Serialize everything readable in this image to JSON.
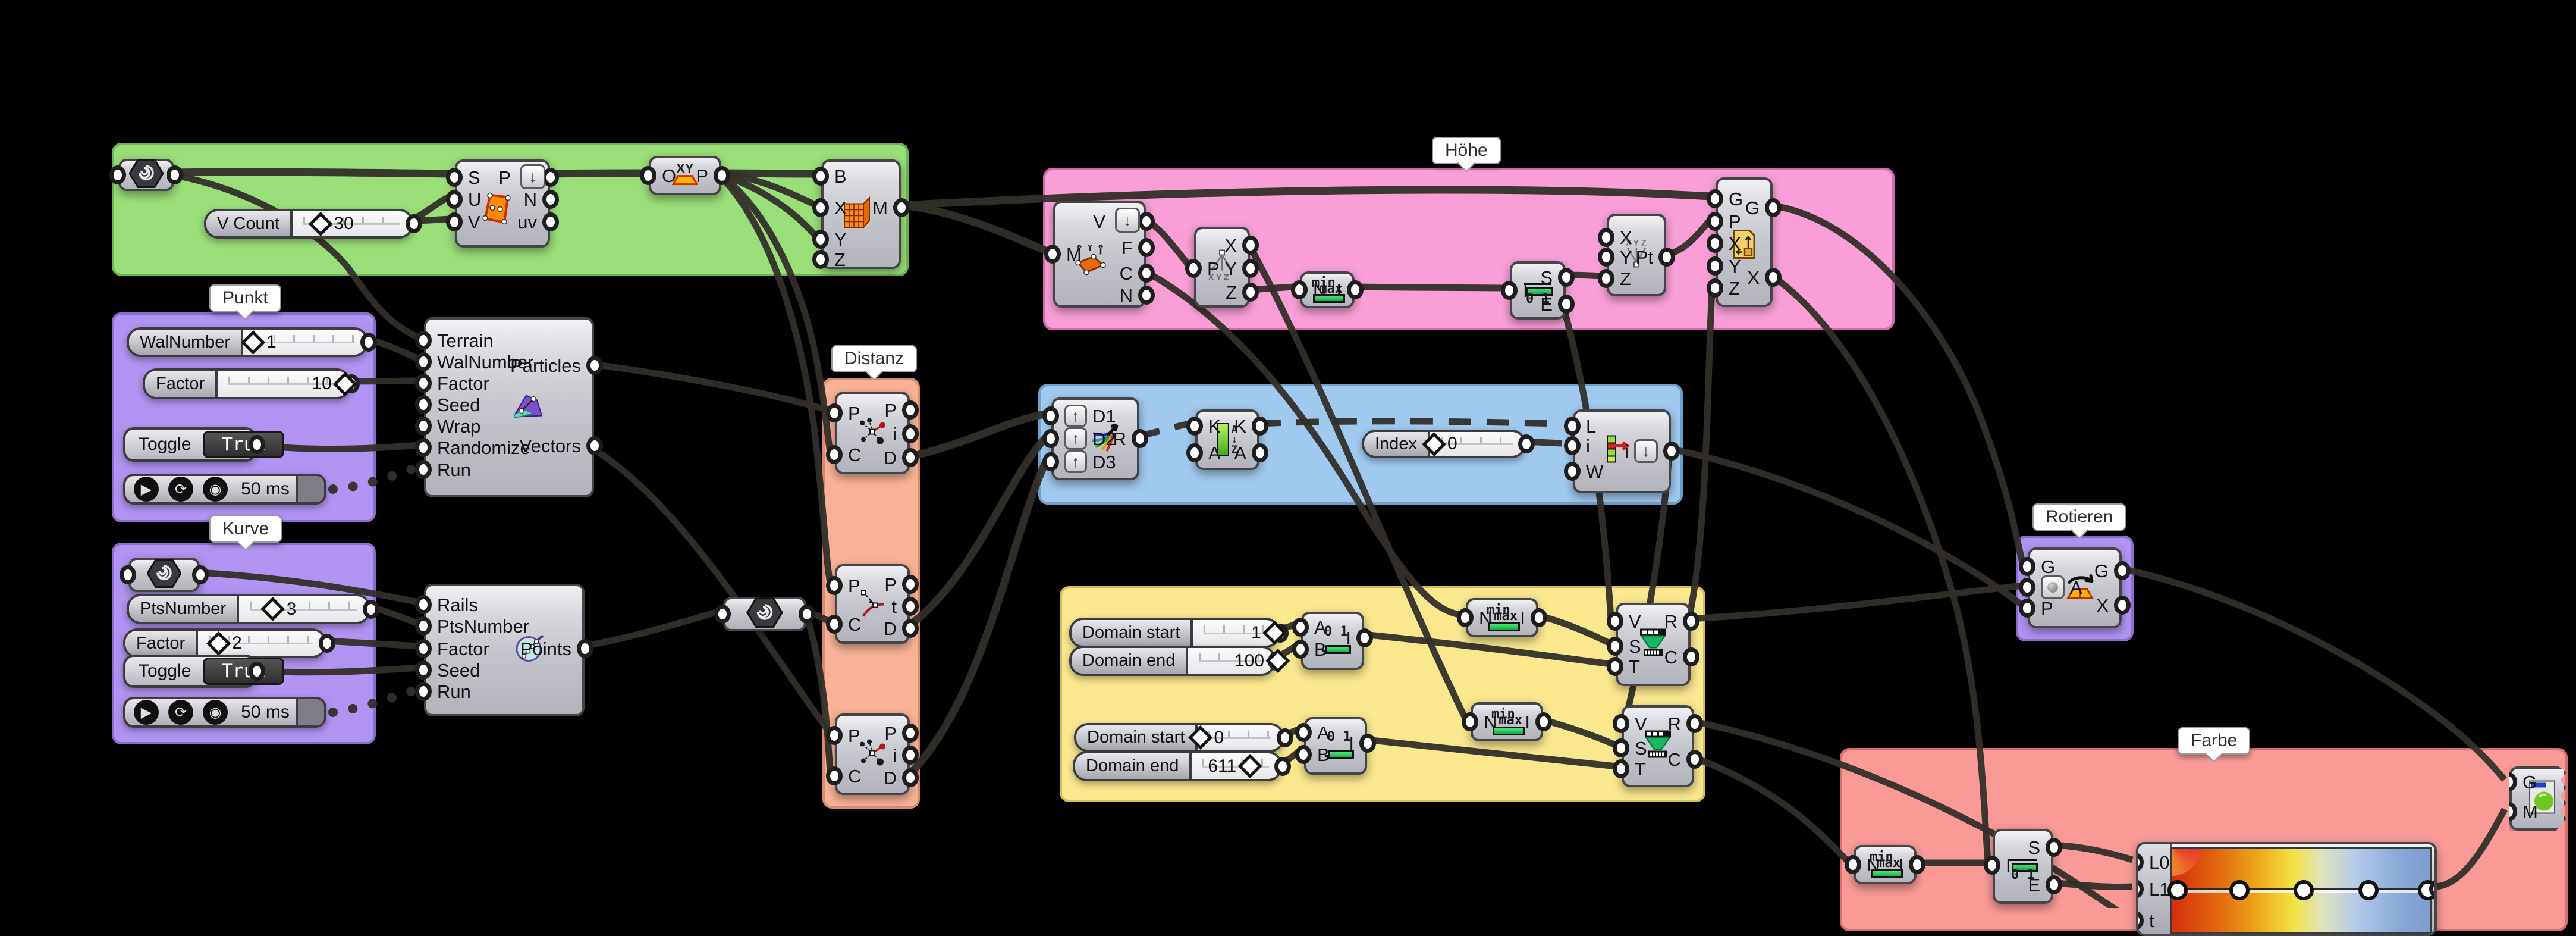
{
  "tooltips": {
    "punkt": "Punkt",
    "kurve": "Kurve",
    "distanz": "Distanz",
    "hoehe": "Höhe",
    "rotieren": "Rotieren",
    "farbe": "Farbe"
  },
  "sliders": {
    "v_count": {
      "label": "V Count",
      "value": "30"
    },
    "wal": {
      "label": "WalNumber",
      "value": "1"
    },
    "factor_punkt": {
      "label": "Factor",
      "value": "10"
    },
    "pts": {
      "label": "PtsNumber",
      "value": "3"
    },
    "factor_kurve": {
      "label": "Factor",
      "value": "2"
    },
    "index": {
      "label": "Index",
      "value": "0"
    },
    "domain_start_1": {
      "label": "Domain start",
      "value": "1"
    },
    "domain_end_1": {
      "label": "Domain end",
      "value": "100"
    },
    "domain_start_2": {
      "label": "Domain start",
      "value": "0"
    },
    "domain_end_2": {
      "label": "Domain end",
      "value": "611"
    }
  },
  "toggles": {
    "punkt": {
      "label": "Toggle",
      "value": "True"
    },
    "kurve": {
      "label": "Toggle",
      "value": "True"
    }
  },
  "timers": {
    "punkt": "50 ms",
    "kurve": "50 ms"
  },
  "nodes": {
    "srf": {
      "inputs": [
        "S",
        "U",
        "V"
      ],
      "outputs": [
        "P",
        "N",
        "uv"
      ]
    },
    "xy": {
      "in": "O",
      "out": "P",
      "icon": "XY"
    },
    "meshbox": {
      "inputs": [
        "B",
        "X",
        "Y",
        "Z"
      ],
      "out": "M"
    },
    "terrain": {
      "inputs": [
        "Terrain",
        "WalNumber",
        "Factor",
        "Seed",
        "Wrap",
        "Randomize",
        "Run"
      ],
      "outputs": [
        "Particles",
        "Vectors"
      ]
    },
    "rails": {
      "inputs": [
        "Rails",
        "PtsNumber",
        "Factor",
        "Seed",
        "Run"
      ],
      "outputs": [
        "Points"
      ]
    },
    "cp": {
      "inputs": [
        "P",
        "C"
      ],
      "outputs": [
        "P",
        "i",
        "D"
      ]
    },
    "ccp": {
      "inputs": [
        "P",
        "C"
      ],
      "outputs": [
        "P",
        "t",
        "D"
      ]
    },
    "demesh": {
      "in": "M",
      "outputs": [
        "V",
        "F",
        "C",
        "N"
      ]
    },
    "dexyz": {
      "in": "P",
      "outputs": [
        "X",
        "Y",
        "Z"
      ],
      "icon": "XYZ"
    },
    "bounds": {
      "in": "N",
      "out": "I",
      "min": "min",
      "max": "max"
    },
    "dedomain": {
      "in": "I",
      "outputs": [
        "S",
        "E"
      ],
      "zero": "0",
      "one": "1"
    },
    "conspt": {
      "inputs": [
        "X",
        "Y",
        "Z"
      ],
      "out": "Pt",
      "icon": "XYZ"
    },
    "move": {
      "inputs": [
        "G",
        "P",
        "X",
        "Y",
        "Z"
      ],
      "outputs": [
        "G",
        "X"
      ]
    },
    "merge": {
      "inputs": [
        "D1",
        "D2",
        "D3"
      ],
      "out": "R"
    },
    "sort": {
      "inputs": [
        "K",
        "A"
      ],
      "outputs": [
        "K",
        "A"
      ],
      "icon_a": "A",
      "icon_z": "Z"
    },
    "listitem": {
      "inputs": [
        "L",
        "i",
        "W"
      ],
      "out": "i"
    },
    "consdom": {
      "inputs": [
        "A",
        "B"
      ],
      "out": "I",
      "zero": "0",
      "one": "1"
    },
    "remap": {
      "inputs": [
        "V",
        "S",
        "T"
      ],
      "outputs": [
        "R",
        "C"
      ]
    },
    "rotate": {
      "inputs": [
        "G",
        "A",
        "P"
      ],
      "outputs": [
        "G",
        "X"
      ]
    },
    "gradient": {
      "inputs": [
        "L0",
        "L1",
        "t"
      ]
    },
    "preview": {
      "inputs": [
        "G",
        "M"
      ]
    }
  },
  "glyphs": {
    "down_arrow": "↓",
    "up_arrow": "↑",
    "play": "▶",
    "loop": "⟳",
    "record": "◉"
  },
  "colors": {
    "group_green": "#9ade79",
    "group_purple": "#b294f3",
    "group_salmon": "#f9b295",
    "group_pink": "#f99fd6",
    "group_blue": "#9fc9ef",
    "group_yellow": "#fae88f",
    "group_red": "#f99a96",
    "wire": "#332f2a",
    "canvas": "#000000",
    "gradient_stops": [
      "#d62f0e",
      "#e0690f",
      "#eda718",
      "#f2e243",
      "#e0e4c0",
      "#b3c8e8",
      "#7d9cd0"
    ]
  }
}
